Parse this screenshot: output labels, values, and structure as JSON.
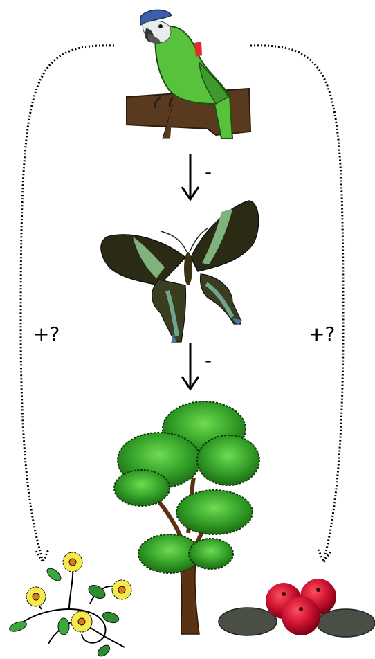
{
  "diagram": {
    "nodes": [
      {
        "id": "parrot",
        "icon": "parrot-icon"
      },
      {
        "id": "butterfly",
        "icon": "butterfly-icon"
      },
      {
        "id": "tree",
        "icon": "tree-icon"
      },
      {
        "id": "flowers",
        "icon": "flower-vine-icon"
      },
      {
        "id": "berries",
        "icon": "berries-icon"
      }
    ],
    "edges": [
      {
        "from": "parrot",
        "to": "butterfly",
        "label": "-",
        "style": "solid"
      },
      {
        "from": "butterfly",
        "to": "tree",
        "label": "-",
        "style": "solid"
      },
      {
        "from": "parrot",
        "to": "flowers",
        "label": "+?",
        "style": "dotted"
      },
      {
        "from": "parrot",
        "to": "berries",
        "label": "+?",
        "style": "dotted"
      }
    ]
  },
  "colors": {
    "parrot_green": "#58c23c",
    "parrot_blue": "#3c5ea8",
    "branch_brown": "#5a3a1e",
    "butterfly_dark": "#2b2a14",
    "butterfly_band": "#7fb27c",
    "tree_green": "#2f9a24",
    "trunk_brown": "#5b3313",
    "berry_red": "#c8102e",
    "leaf_gray": "#4a4f45",
    "flower_yellow": "#f6e94a"
  }
}
